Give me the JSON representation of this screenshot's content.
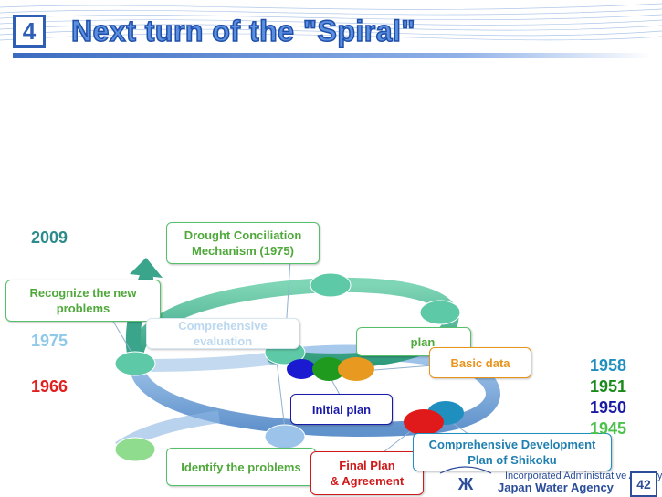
{
  "header": {
    "section_number": "4",
    "title": "Next turn of the \"Spiral\""
  },
  "labels": {
    "drought": [
      "Drought Conciliation",
      "Mechanism (1975)"
    ],
    "recognize": [
      "Recognize the new",
      "problems"
    ],
    "comprehensive_partial": "Comprehensive evaluation",
    "plan_partial": "plan",
    "basic_data": "Basic data",
    "initial_plan": "Initial plan",
    "identify": "Identify the problems",
    "final_plan": [
      "Final Plan",
      "& Agreement"
    ],
    "shikoku": [
      "Comprehensive Development",
      "Plan of Shikoku"
    ]
  },
  "years_left": [
    "2009",
    "1975",
    "1966"
  ],
  "years_right": [
    "1958",
    "1951",
    "1950",
    "1945"
  ],
  "colors": {
    "y2009": "#2e8b8b",
    "y1975": "#8ec9ea",
    "y1966": "#e02020",
    "y1958": "#1f8fc0",
    "y1951": "#1a8a1a",
    "y1950": "#1a1aa8",
    "y1945": "#4cc24c"
  },
  "footer": {
    "agency_line1": "Incorporated Administrative Agency",
    "agency_line2": "Japan Water Agency",
    "page_number": "42"
  }
}
